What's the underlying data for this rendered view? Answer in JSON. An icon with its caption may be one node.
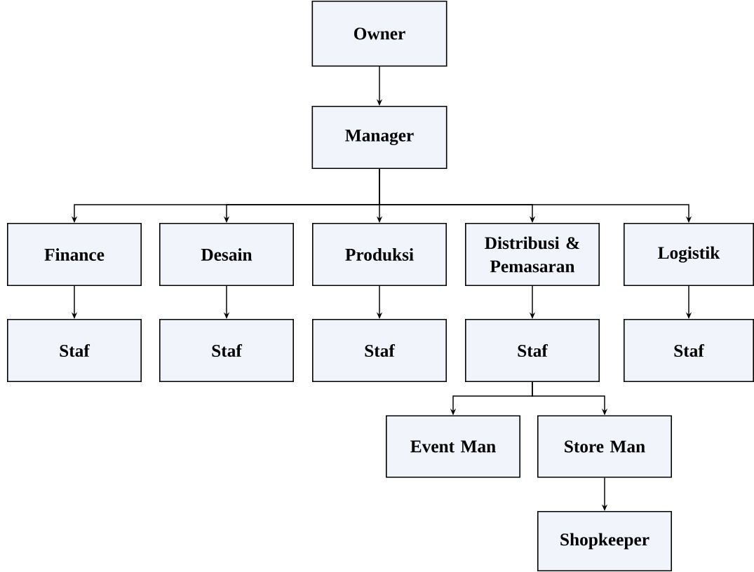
{
  "diagram": {
    "nodes": [
      {
        "text": [
          "Owner"
        ]
      },
      {
        "text": [
          "Manager"
        ]
      },
      {
        "text": [
          "Finance"
        ]
      },
      {
        "text": [
          "Desain"
        ]
      },
      {
        "text": [
          "Produksi"
        ]
      },
      {
        "text": [
          "Distribusi & Pemasaran"
        ]
      },
      {
        "text": [
          "Logistik"
        ]
      },
      {
        "text": [
          "Staf"
        ]
      },
      {
        "text": [
          "Staf"
        ]
      },
      {
        "text": [
          "Staf"
        ]
      },
      {
        "text": [
          "Staf"
        ]
      },
      {
        "text": [
          "Staf"
        ]
      },
      {
        "text": [
          "Event Man"
        ]
      },
      {
        "text": [
          "Store Man"
        ]
      },
      {
        "text": [
          "Shopkeeper"
        ]
      }
    ],
    "edges": [
      {
        "from": 0,
        "to": 1,
        "arrow": "to"
      },
      {
        "from": 1,
        "to": 2,
        "arrow": "to"
      },
      {
        "from": 1,
        "to": 3,
        "arrow": "to"
      },
      {
        "from": 1,
        "to": 4,
        "arrow": "to"
      },
      {
        "from": 1,
        "to": 5,
        "arrow": "to"
      },
      {
        "from": 1,
        "to": 6,
        "arrow": "to"
      },
      {
        "from": 2,
        "to": 7,
        "arrow": "to"
      },
      {
        "from": 3,
        "to": 8,
        "arrow": "to"
      },
      {
        "from": 4,
        "to": 9,
        "arrow": "to"
      },
      {
        "from": 5,
        "to": 10,
        "arrow": "to"
      },
      {
        "from": 6,
        "to": 11,
        "arrow": "to"
      },
      {
        "from": 10,
        "to": 12,
        "arrow": "to"
      },
      {
        "from": 10,
        "to": 13,
        "arrow": "to"
      },
      {
        "from": 13,
        "to": 14,
        "arrow": "to"
      }
    ]
  }
}
